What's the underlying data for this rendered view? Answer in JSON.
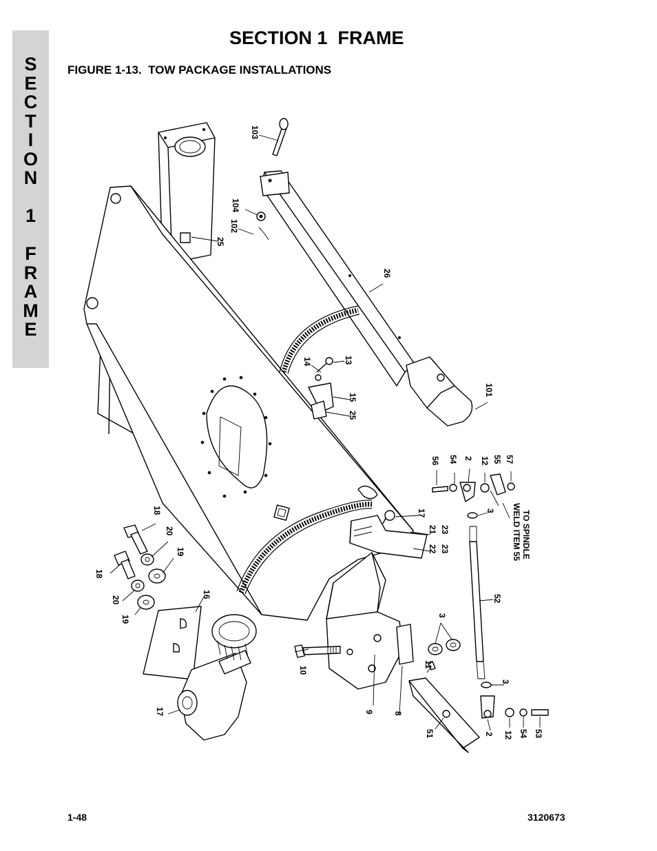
{
  "side_tab": {
    "letters": [
      "S",
      "E",
      "C",
      "T",
      "I",
      "O",
      "N",
      "",
      "1",
      "",
      "F",
      "R",
      "A",
      "M",
      "E"
    ]
  },
  "header": {
    "title": "SECTION 1  FRAME",
    "figure_title": "FIGURE 1-13.  TOW PACKAGE INSTALLATIONS"
  },
  "footer": {
    "page_number": "1-48",
    "doc_number": "3120673"
  },
  "callouts": {
    "c103": "103",
    "c104": "104",
    "c102": "102",
    "c25a": "25",
    "c26": "26",
    "c14": "14",
    "c13": "13",
    "c15": "15",
    "c25b": "25",
    "c101": "101",
    "c56": "56",
    "c54a": "54",
    "c2a": "2",
    "c12a": "12",
    "c55": "55",
    "c57": "57",
    "c3a": "3",
    "c17a": "17",
    "c21": "21",
    "c23a": "23",
    "c22": "22",
    "c23b": "23",
    "c18a": "18",
    "c20a": "20",
    "c19a": "19",
    "c18b": "18",
    "c20b": "20",
    "c19b": "19",
    "c16": "16",
    "c17b": "17",
    "c10": "10",
    "c9": "9",
    "c8": "8",
    "c3b": "3",
    "c11": "11",
    "c52": "52",
    "c3c": "3",
    "c51": "51",
    "c2b": "2",
    "c12b": "12",
    "c54b": "54",
    "c53": "53"
  },
  "notes": {
    "weld_line1": "WELD ITEM 55",
    "weld_line2": "TO SPINDLE"
  }
}
